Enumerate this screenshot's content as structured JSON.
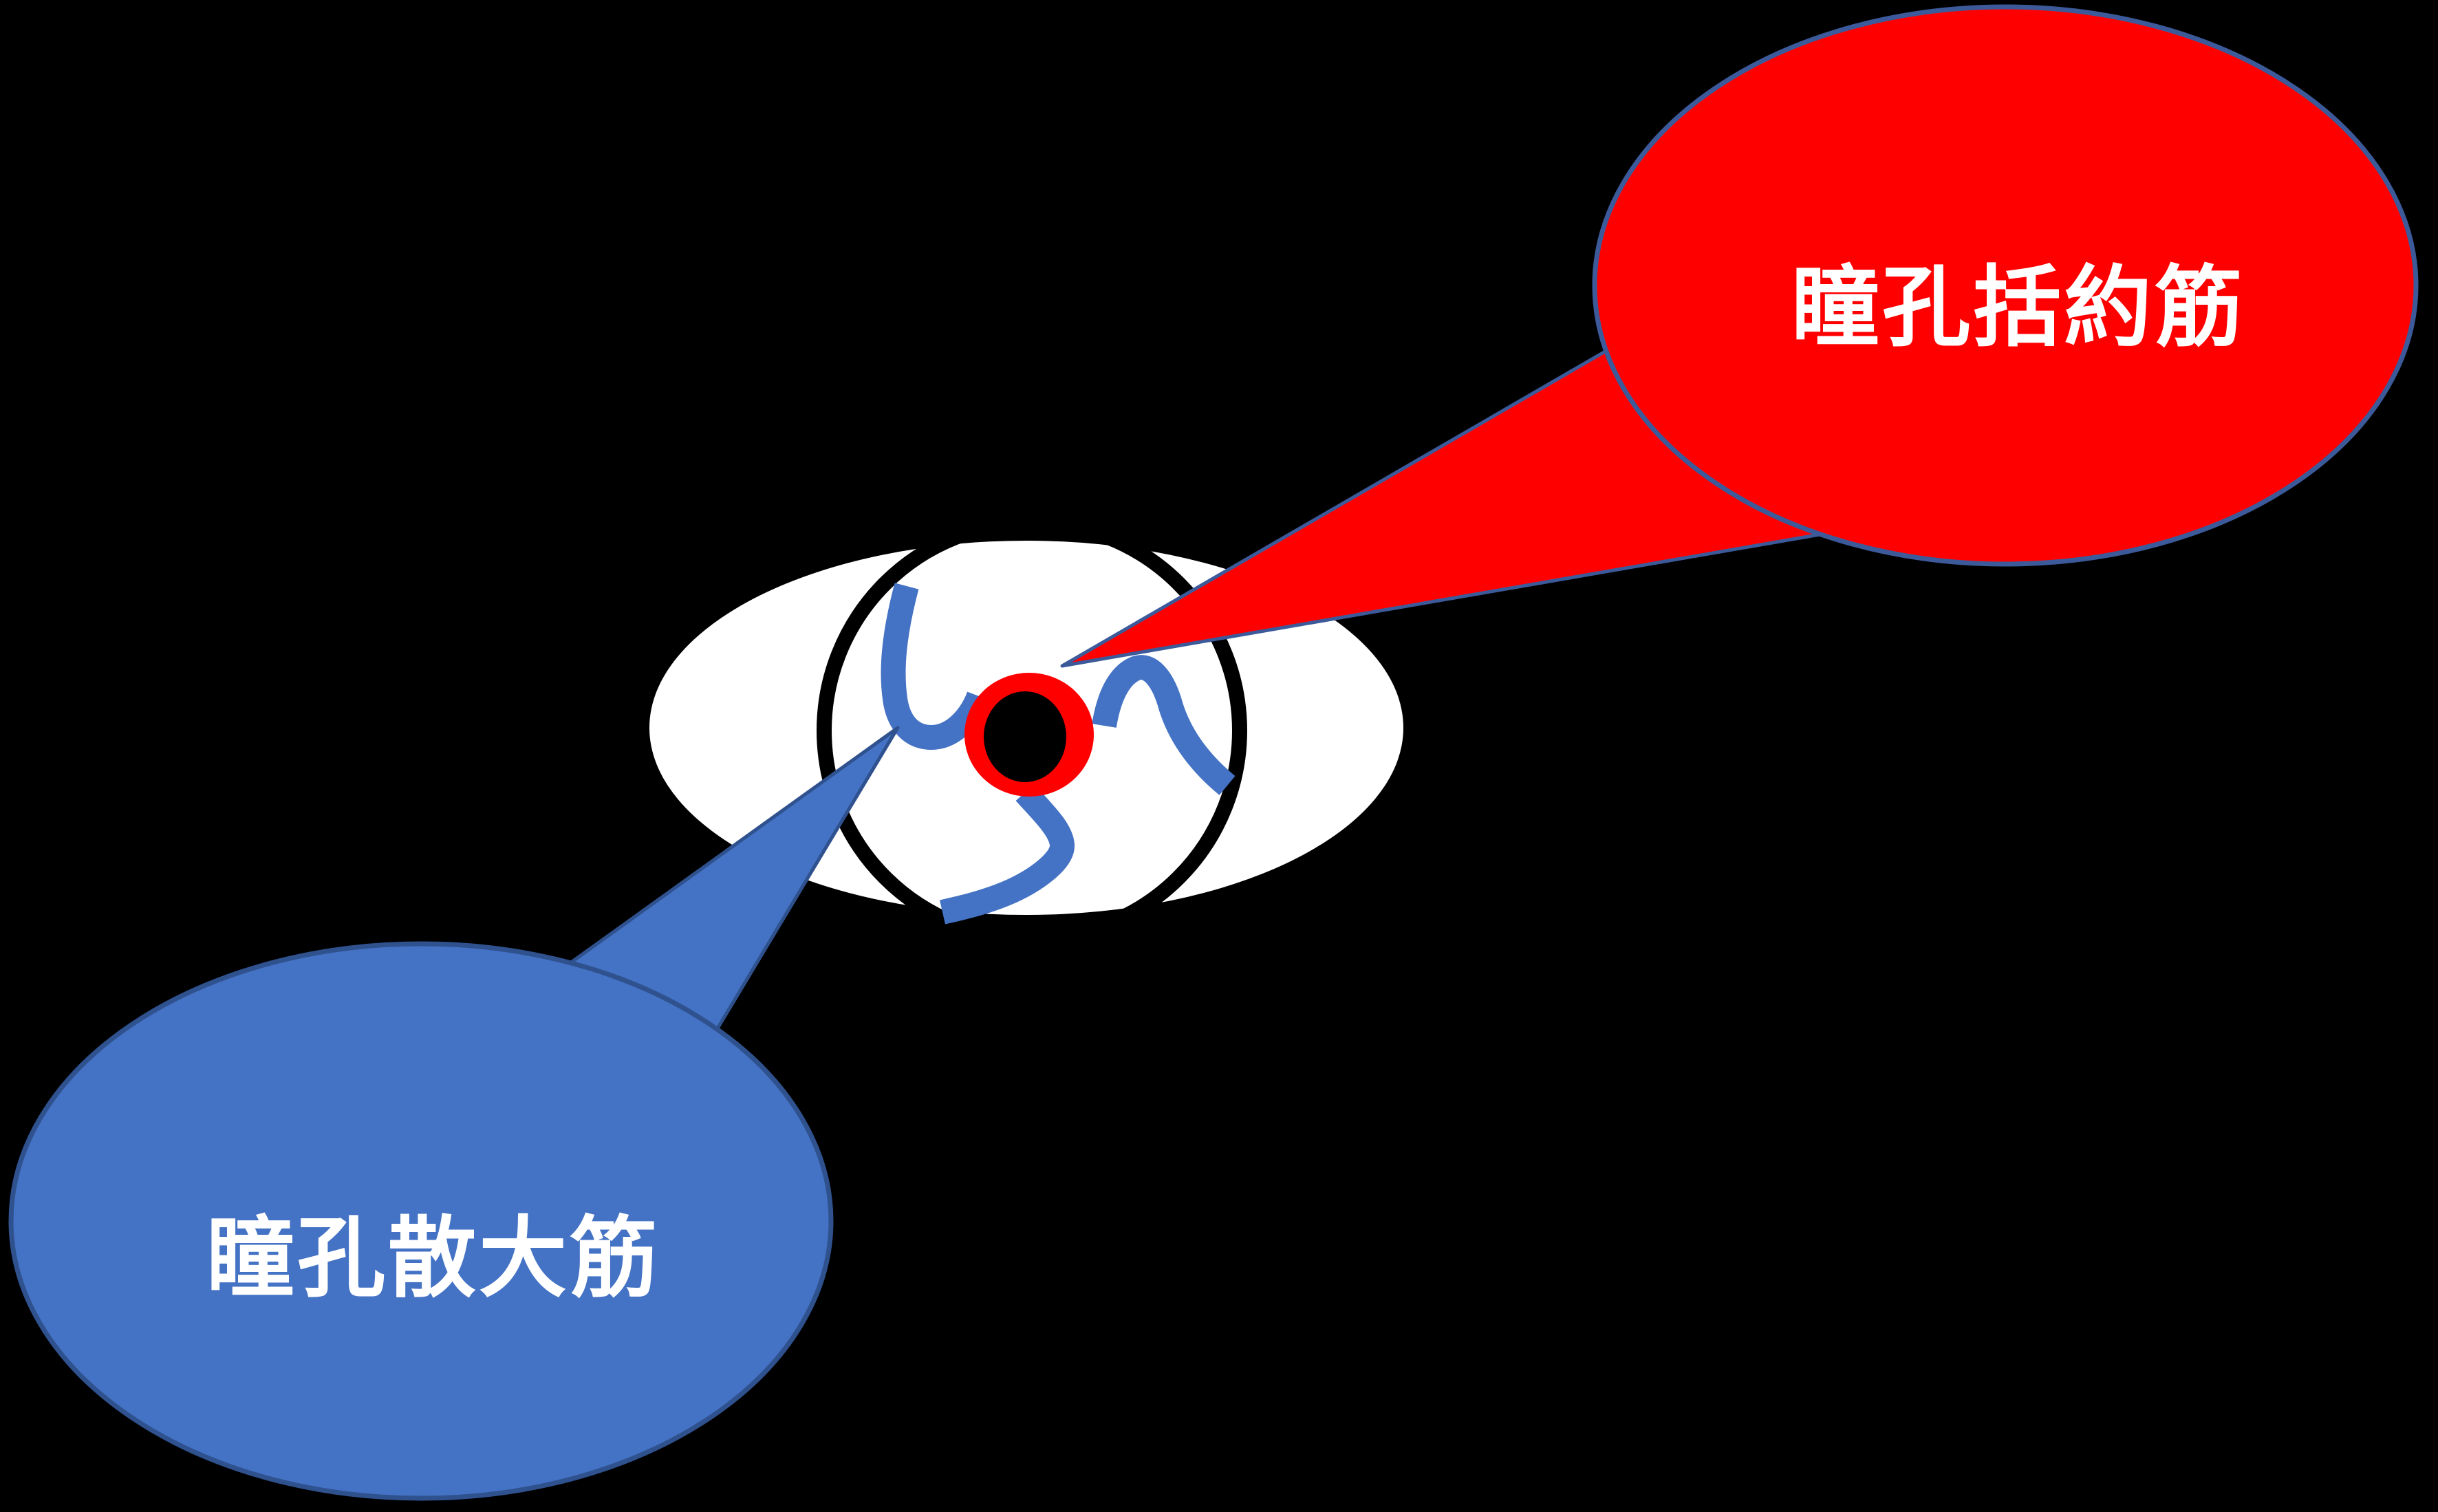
{
  "diagram": {
    "type": "eye-pupil-muscle-annotation",
    "colors": {
      "background": "#000000",
      "sphincter_red": "#FF0000",
      "dilator_blue": "#4472C4",
      "red_callout_border": "#3C5A9A",
      "blue_callout_border": "#2F528F",
      "eye_white": "#FFFFFF",
      "outline_black": "#000000",
      "label_text": "#FFFFFF"
    },
    "eye": {
      "parts": {
        "sclera": "eye outline (white ellipse)",
        "iris_outline": "black circle outline",
        "sphincter_ring": "red ring around pupil",
        "pupil": "black center",
        "dilator_fibers": "blue radial curved fibers"
      }
    },
    "callouts": [
      {
        "id": "sphincter",
        "label": "瞳孔括約筋",
        "fill": "#FF0000",
        "border": "#3C5A9A",
        "text_color": "#FFFFFF",
        "points_to": "red ring around pupil"
      },
      {
        "id": "dilator",
        "label": "瞳孔散大筋",
        "fill": "#4472C4",
        "border": "#2F528F",
        "text_color": "#FFFFFF",
        "points_to": "blue fibers beside pupil"
      }
    ]
  }
}
